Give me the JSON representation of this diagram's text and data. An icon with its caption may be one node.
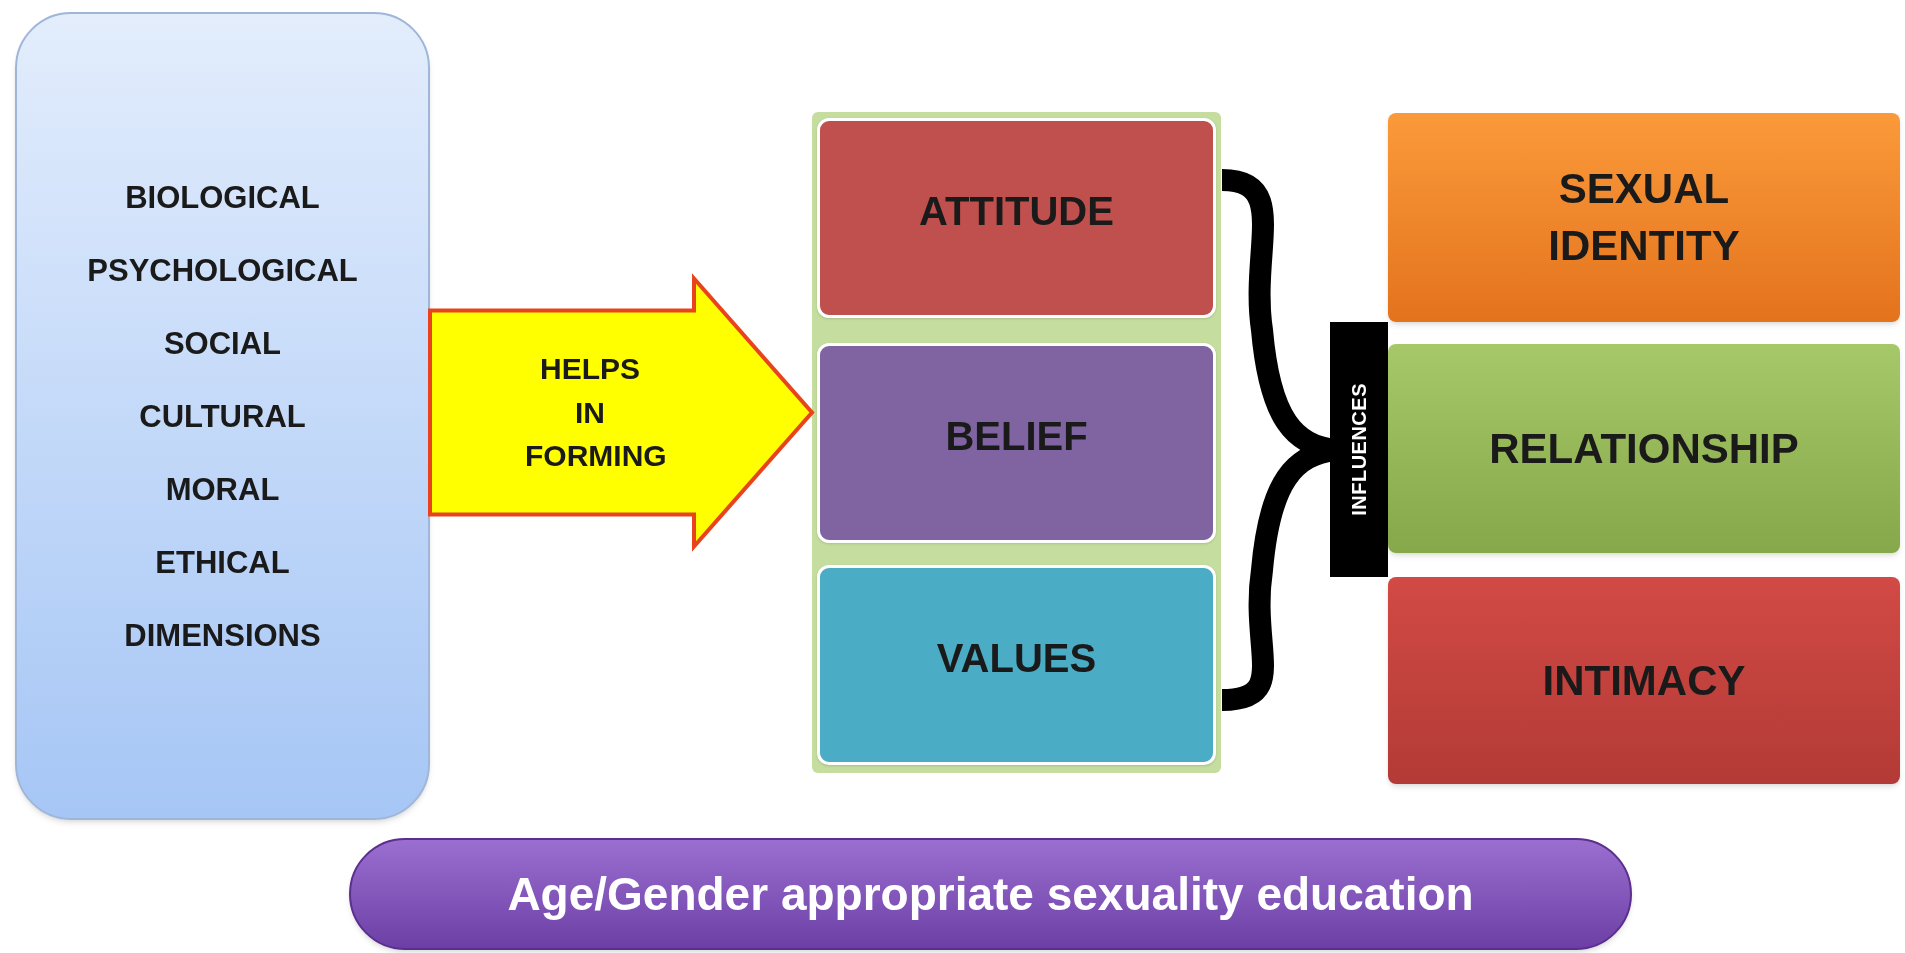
{
  "diagram": {
    "nodes": [
      {
        "text": [
          "BIOLOGICAL",
          "PSYCHOLOGICAL",
          "SOCIAL",
          "CULTURAL",
          "MORAL",
          "ETHICAL",
          "DIMENSIONS"
        ]
      },
      {
        "text": [],
        "shape": "box"
      },
      {
        "text": [
          "ATTITUDE"
        ],
        "in": 1
      },
      {
        "text": [
          "BELIEF"
        ],
        "in": 1
      },
      {
        "text": [
          "VALUES"
        ],
        "in": 1
      },
      {
        "text": [
          "INFLUENCES"
        ]
      },
      {
        "text": [
          "SEXUAL IDENTITY"
        ]
      },
      {
        "text": [
          "RELATIONSHIP"
        ]
      },
      {
        "text": [
          "INTIMACY"
        ]
      },
      {
        "text": [
          "Age/Gender appropriate sexuality education"
        ]
      }
    ],
    "edges": [
      {
        "from": 0,
        "to": 1,
        "arrow": "to",
        "label": "HELPS IN FORMING",
        "style": "thick",
        "color": "#ffff00"
      }
    ]
  }
}
